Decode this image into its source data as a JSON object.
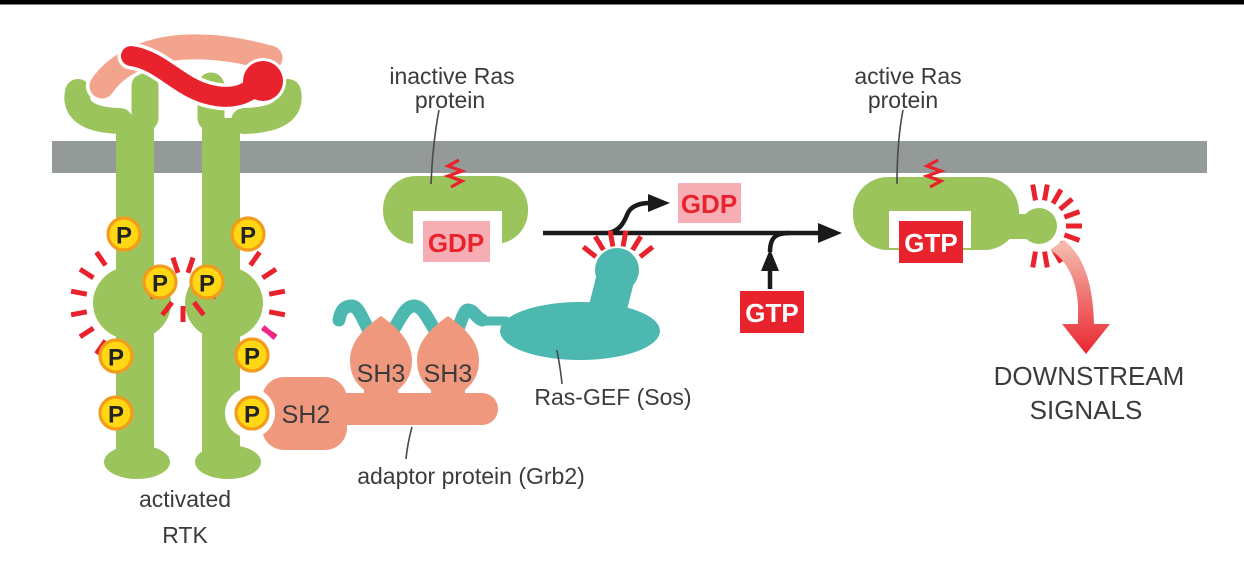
{
  "diagram": {
    "figure_subject": "RTK / Grb2 / Sos / Ras activation pathway",
    "labels": {
      "inactive_ras": {
        "line1": "inactive Ras",
        "line2": "protein"
      },
      "active_ras": {
        "line1": "active Ras",
        "line2": "protein"
      },
      "activated_rtk": {
        "line1": "activated",
        "line2": "RTK"
      },
      "adaptor_protein": "adaptor protein (Grb2)",
      "ras_gef": "Ras-GEF (Sos)",
      "downstream": {
        "line1": "DOWNSTREAM",
        "line2": "SIGNALS"
      },
      "sh2": "SH2",
      "sh3_left": "SH3",
      "sh3_right": "SH3",
      "phosphate": "P"
    },
    "badges": {
      "gdp_bound": "GDP",
      "gdp_released": "GDP",
      "gtp_free": "GTP",
      "gtp_bound": "GTP"
    },
    "colors": {
      "receptor_green": "#9cc45c",
      "membrane_gray": "#949a97",
      "ligand_salmon": "#f2a48e",
      "ligand_red": "#e8232d",
      "adaptor_salmon": "#f0987d",
      "sos_teal": "#4cb8b0",
      "phosphate_yellow": "#ffd713",
      "phosphate_ring_orange": "#f29c1c",
      "burst_red": "#e8232d",
      "burst_magenta": "#f0268e",
      "gdp_box_pink": "#f6adb3",
      "nucleotide_red": "#e8232d",
      "arrow_black": "#1a1a1a",
      "label_dark": "#3b3b3b",
      "downstream_gradient_start": "#f7c3b5",
      "downstream_gradient_end": "#e8232d"
    }
  }
}
